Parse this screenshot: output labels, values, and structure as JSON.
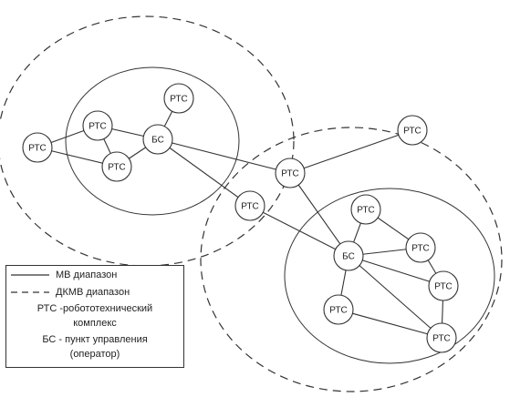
{
  "nodes": [
    {
      "id": "n1",
      "label": "РТС"
    },
    {
      "id": "n2",
      "label": "РТС"
    },
    {
      "id": "n3",
      "label": "РТС"
    },
    {
      "id": "n4",
      "label": "БС"
    },
    {
      "id": "n5",
      "label": "РТС"
    },
    {
      "id": "n6",
      "label": "РТС"
    },
    {
      "id": "n7",
      "label": "РТС"
    },
    {
      "id": "n8",
      "label": "РТС"
    },
    {
      "id": "n9",
      "label": "РТС"
    },
    {
      "id": "n10",
      "label": "БС"
    },
    {
      "id": "n11",
      "label": "РТС"
    },
    {
      "id": "n12",
      "label": "РТС"
    },
    {
      "id": "n13",
      "label": "РТС"
    },
    {
      "id": "n14",
      "label": "РТС"
    }
  ],
  "legend": {
    "mv_label": "МВ  диапазон",
    "dkmv_label": "ДКМВ диапазон",
    "rts_line1": "РТС -робототехнический",
    "rts_line2": "комплекс",
    "bs_line1": "БС - пункт управления",
    "bs_line2": "(оператор)"
  }
}
